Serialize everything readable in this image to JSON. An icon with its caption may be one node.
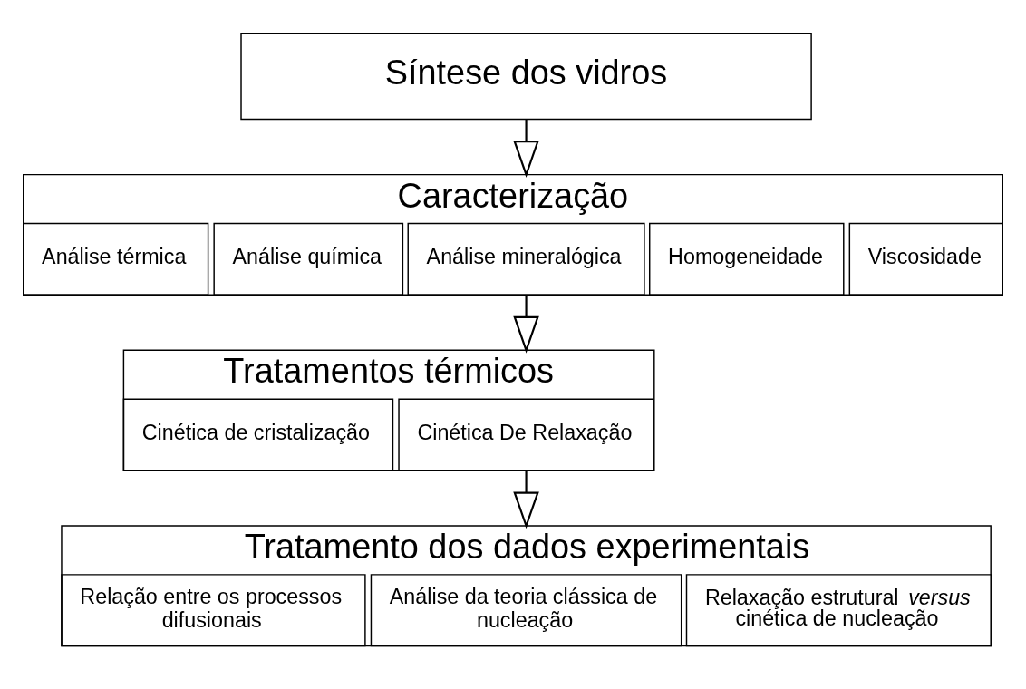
{
  "diagram": {
    "nodes": [
      {
        "text": [
          "Síntese dos vidros"
        ]
      },
      {
        "text": [
          "Caracterização"
        ]
      },
      {
        "text": [
          "Análise térmica"
        ],
        "in": 1
      },
      {
        "text": [
          "Análise química"
        ],
        "in": 1
      },
      {
        "text": [
          "Análise mineralógica"
        ],
        "in": 1
      },
      {
        "text": [
          "Homogeneidade"
        ],
        "in": 1
      },
      {
        "text": [
          "Viscosidade"
        ],
        "in": 1
      },
      {
        "text": [
          "Tratamentos térmicos"
        ]
      },
      {
        "text": [
          "Cinética de cristalização"
        ],
        "in": 7
      },
      {
        "text": [
          "Cinética De Relaxação"
        ],
        "in": 7
      },
      {
        "text": [
          "Tratamento dos dados experimentais"
        ]
      },
      {
        "text": [
          "Relação entre os processos difusionais"
        ],
        "in": 10
      },
      {
        "text": [
          "Análise da teoria clássica de nucleação"
        ],
        "in": 10
      },
      {
        "text": [
          "Relaxação estrutural *versus* cinética de nucleação"
        ],
        "in": 10
      }
    ],
    "edges": [
      {
        "from": 0,
        "to": 1,
        "arrow": "to"
      },
      {
        "from": 1,
        "to": 7,
        "arrow": "to"
      },
      {
        "from": 7,
        "to": 10,
        "arrow": "to"
      }
    ]
  }
}
